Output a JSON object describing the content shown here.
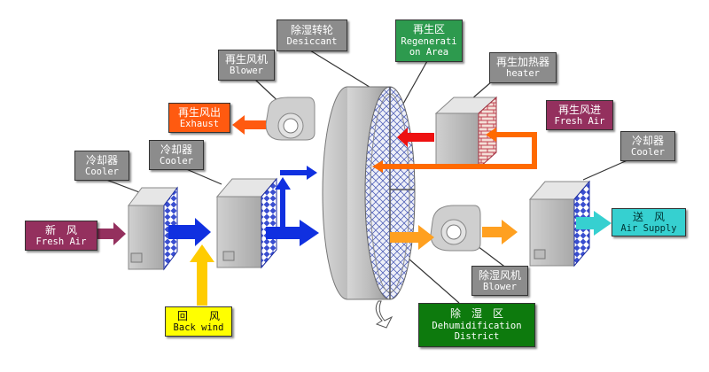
{
  "labels": {
    "desiccant_wheel": {
      "zh": "除湿转轮",
      "en": "Desiccant"
    },
    "regeneration_area": {
      "zh": "再生区",
      "en1": "Regenerati",
      "en2": "on Area"
    },
    "regen_blower": {
      "zh": "再生风机",
      "en": "Blower"
    },
    "regen_heater": {
      "zh": "再生加热器",
      "en": "heater"
    },
    "exhaust": {
      "zh": "再生风出",
      "en": "Exhaust"
    },
    "regen_fresh_air": {
      "zh": "再生风进",
      "en": "Fresh Air"
    },
    "cooler_left": {
      "zh": "冷却器",
      "en": "Cooler"
    },
    "cooler_middle": {
      "zh": "冷却器",
      "en": "Cooler"
    },
    "cooler_right": {
      "zh": "冷却器",
      "en": "Cooler"
    },
    "fresh_air": {
      "zh": "新　风",
      "en": "Fresh Air"
    },
    "air_supply": {
      "zh": "送　风",
      "en": "Air Supply"
    },
    "back_wind": {
      "zh": "回　　风",
      "en": "Back wind"
    },
    "process_blower": {
      "zh": "除湿风机",
      "en": "Blower"
    },
    "dehumidification_district": {
      "zh": "除　湿　区",
      "en1": "Dehumidification",
      "en2": "District"
    }
  },
  "colors": {
    "label_gray": "#8c8c8c",
    "exhaust_orange": "#ff5a10",
    "fresh_air_maroon": "#94305e",
    "regeneration_green": "#2d9a4e",
    "dehumid_green": "#0d7a0d",
    "supply_cyan": "#36d0d0",
    "back_wind_yellow": "#ffff00",
    "process_blue": "#1030e0",
    "regen_air_orange": "#ff6a00",
    "supply_air_orange": "#ffa020",
    "regen_red": "#ee1111",
    "coil_blue": "#1a2aa0"
  },
  "icons": [
    "desiccant-wheel-icon",
    "blower-icon",
    "heater-icon",
    "cooler-coil-icon",
    "rotation-arrow-icon"
  ]
}
